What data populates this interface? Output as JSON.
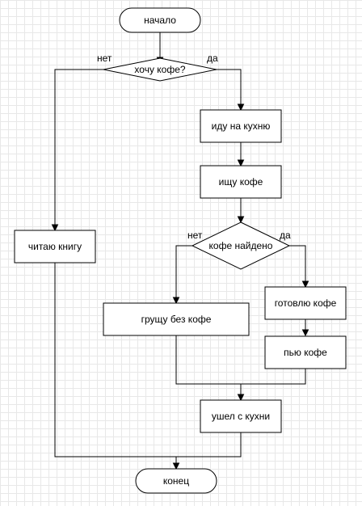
{
  "nodes": {
    "start": "начало",
    "want_coffee": "хочу кофе?",
    "go_kitchen": "иду на кухню",
    "search_coffee": "ищу кофе",
    "coffee_found": "кофе найдено",
    "read_book": "читаю книгу",
    "sad_no_coffee": "грущу без кофе",
    "make_coffee": "готовлю кофе",
    "drink_coffee": "пью кофе",
    "left_kitchen": "ушел с кухни",
    "end": "конец"
  },
  "branches": {
    "no": "нет",
    "yes": "да"
  }
}
